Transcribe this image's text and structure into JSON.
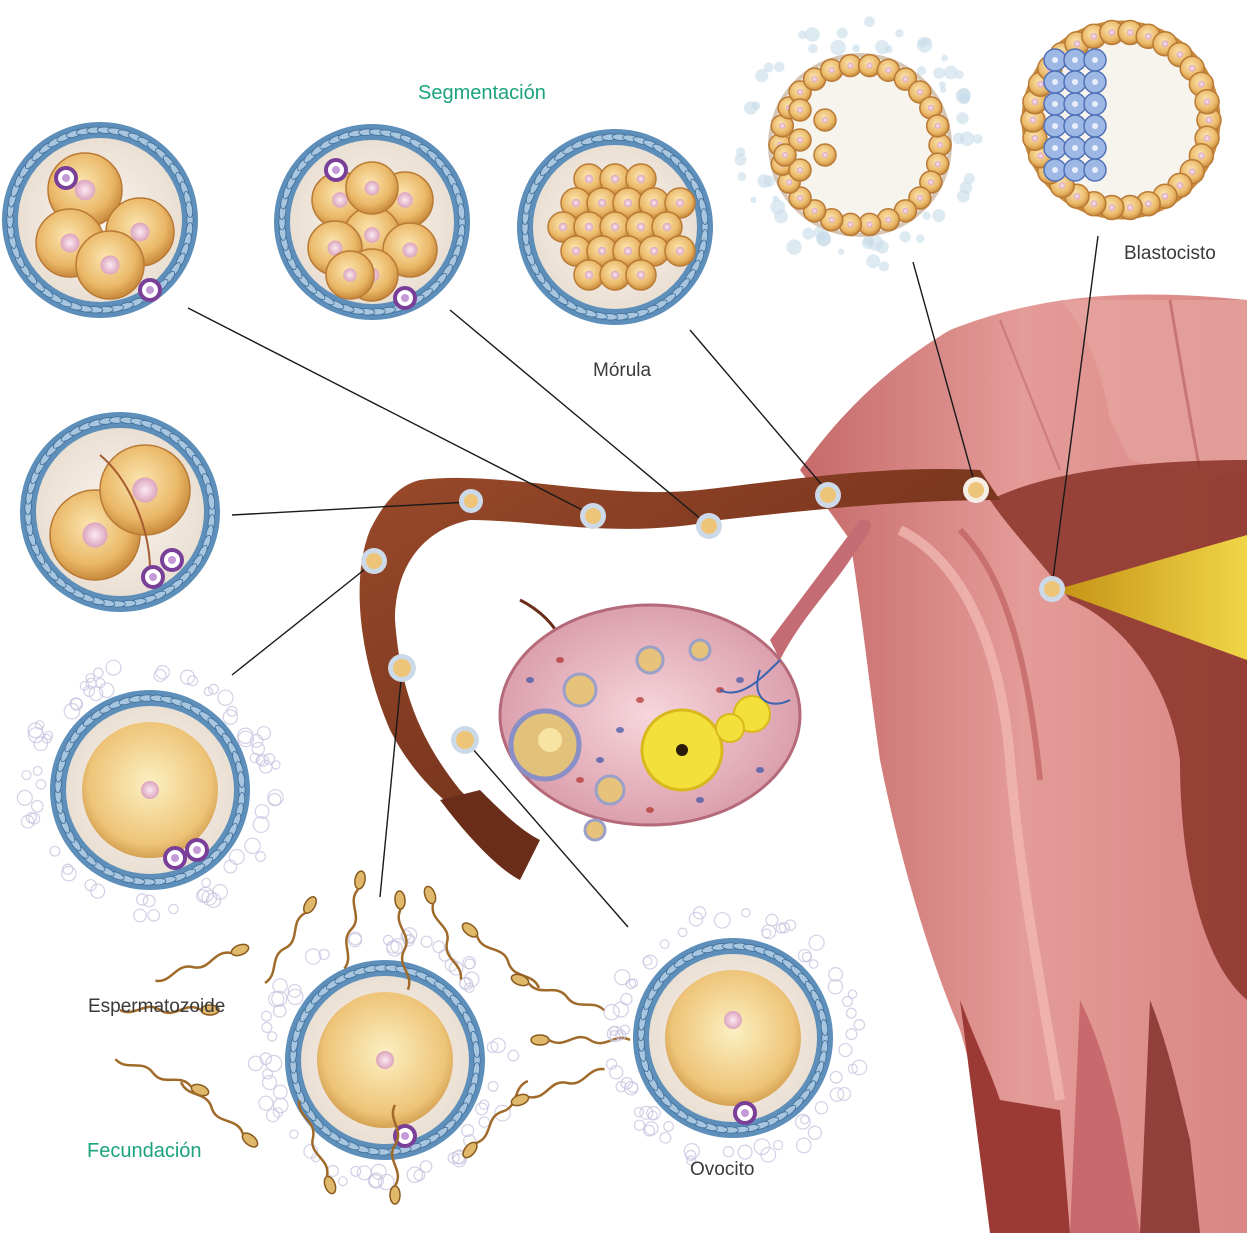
{
  "labels": {
    "segmentacion": "Segmentación",
    "morula": "Mórula",
    "blastocisto": "Blastocisto",
    "espermatozoide": "Espermatozoide",
    "fecundacion": "Fecundación",
    "ovocito": "Ovocito"
  },
  "colors": {
    "heading": "#1aa37e",
    "label": "#3a3a3a",
    "zona_pellucida": "#6d9cc4",
    "cell": "#e9b565",
    "nucleus": "#f3c9d7",
    "polar_body": "#7a3f98",
    "tube": "#7a3a22",
    "uterus": "#d9898a",
    "ovary": "#e7b3c0",
    "corpus_luteum": "#f3e03b",
    "implant_beam": "#f5d327"
  }
}
